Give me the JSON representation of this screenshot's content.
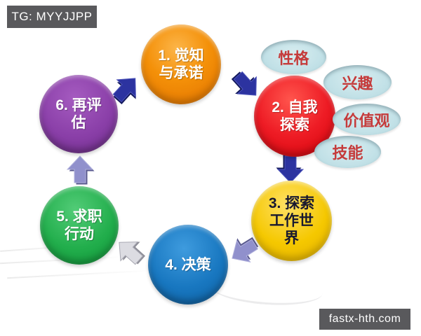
{
  "watermarks": {
    "top_left": "TG: MYYJJPP",
    "bottom_right": "fastx-hth.com"
  },
  "cycle": {
    "type": "circular-process-diagram",
    "steps": [
      {
        "lines": [
          "1. 觉知",
          "与承诺"
        ],
        "fill": "#F08705",
        "text_color": "#FFFFFF"
      },
      {
        "lines": [
          "2. 自我",
          "探索"
        ],
        "fill": "#EA0A17",
        "text_color": "#FFFFFF"
      },
      {
        "lines": [
          "3. 探索",
          "工作世",
          "界"
        ],
        "fill": "#F3C400",
        "text_color": "#18182F"
      },
      {
        "lines": [
          "4. 决策"
        ],
        "fill": "#1878C2",
        "text_color": "#FFFFFF"
      },
      {
        "lines": [
          "5. 求职",
          "行动"
        ],
        "fill": "#23AF4D",
        "text_color": "#FFFFFF"
      },
      {
        "lines": [
          "6. 再评",
          "估"
        ],
        "fill": "#8A3EA8",
        "text_color": "#FFFFFF"
      }
    ],
    "factors": [
      {
        "label": "性格"
      },
      {
        "label": "兴趣"
      },
      {
        "label": "价值观"
      },
      {
        "label": "技能"
      }
    ],
    "factor_style": {
      "fill": "#BFDFE5",
      "text_color": "#C53B3B"
    },
    "arrow_colors": {
      "blue": "#2C33A0",
      "lavender": "#9090CC",
      "silver": "#DCDCE2"
    }
  }
}
